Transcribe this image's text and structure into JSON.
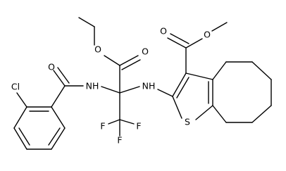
{
  "molecule": {
    "labels": {
      "Cl": "Cl",
      "O_ester_carbonyl": "O",
      "O_ester_ether": "O",
      "O_amide": "O",
      "NH_amide": "NH",
      "NH_amine": "NH",
      "F_left": "F",
      "F_center": "F",
      "F_right": "F",
      "O_methoxy": "O",
      "O_methyl_ester_carbonyl": "O",
      "S": "S"
    }
  }
}
